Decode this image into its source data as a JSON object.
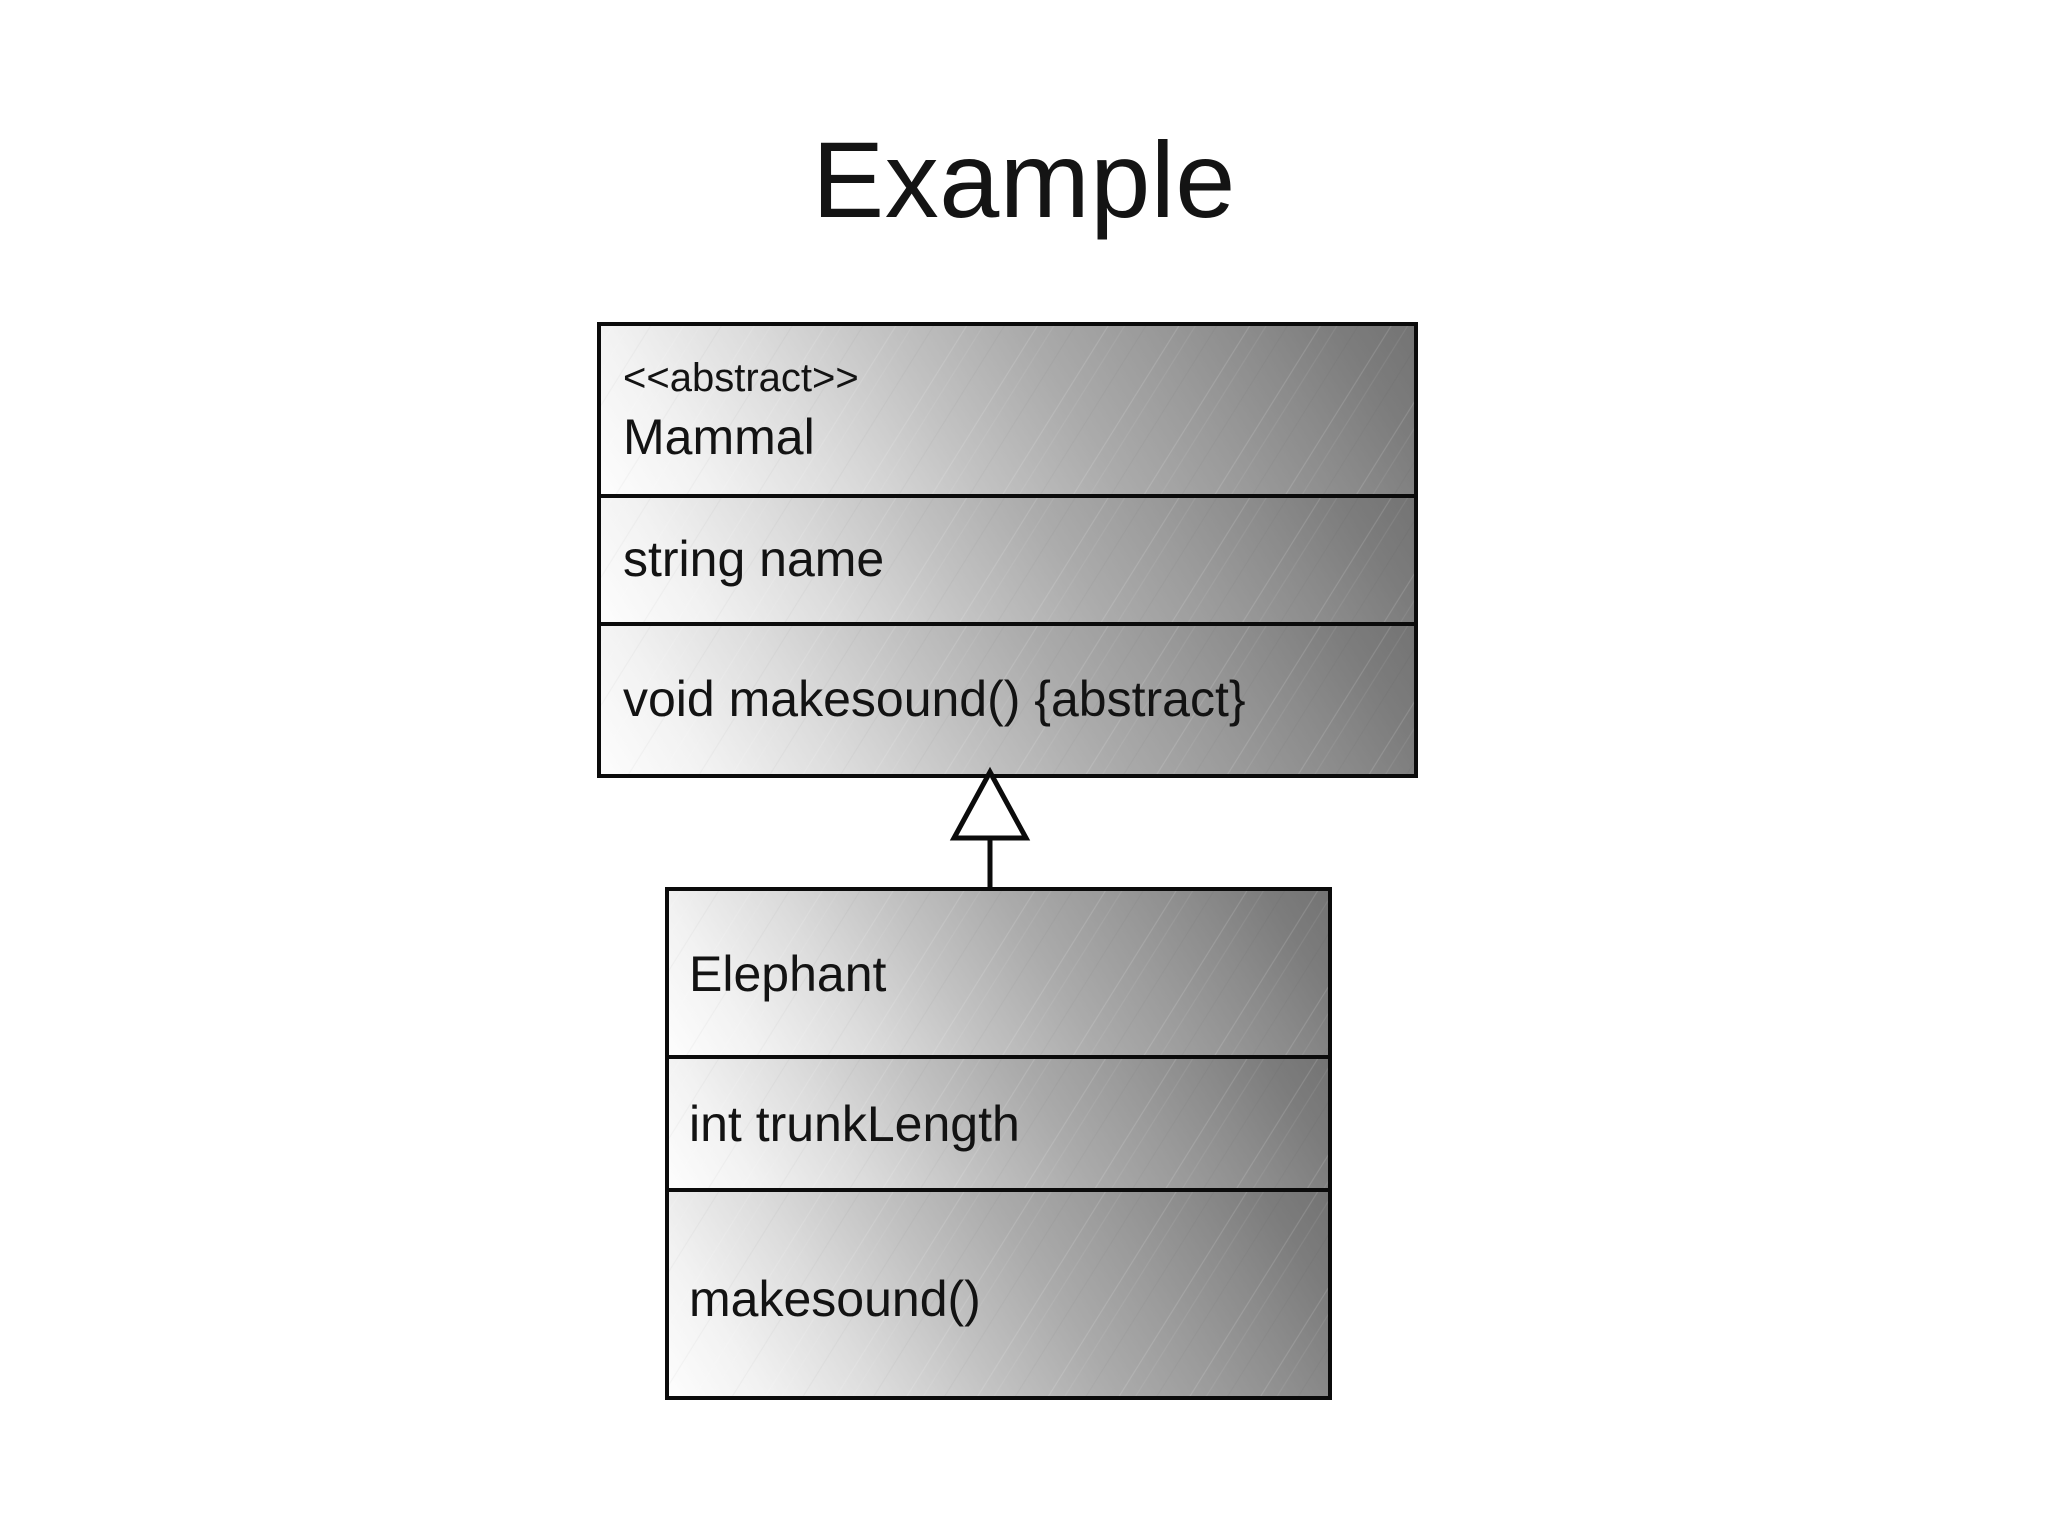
{
  "slide": {
    "title": "Example",
    "background_color": "#ffffff",
    "text_color": "#131313",
    "border_color": "#0b0b0b"
  },
  "diagram": {
    "type": "uml-class-diagram",
    "classes": [
      {
        "id": "mammal",
        "stereotype": "<<abstract>>",
        "name": "Mammal",
        "attributes": [
          "string name"
        ],
        "operations": [
          "void makesound() {abstract}"
        ]
      },
      {
        "id": "elephant",
        "stereotype": "",
        "name": "Elephant",
        "attributes": [
          "int trunkLength"
        ],
        "operations": [
          "makesound()"
        ]
      }
    ],
    "relationships": [
      {
        "kind": "generalization",
        "label": "",
        "from": "Elephant",
        "to": "Mammal",
        "arrow": "hollow-triangle"
      }
    ]
  }
}
